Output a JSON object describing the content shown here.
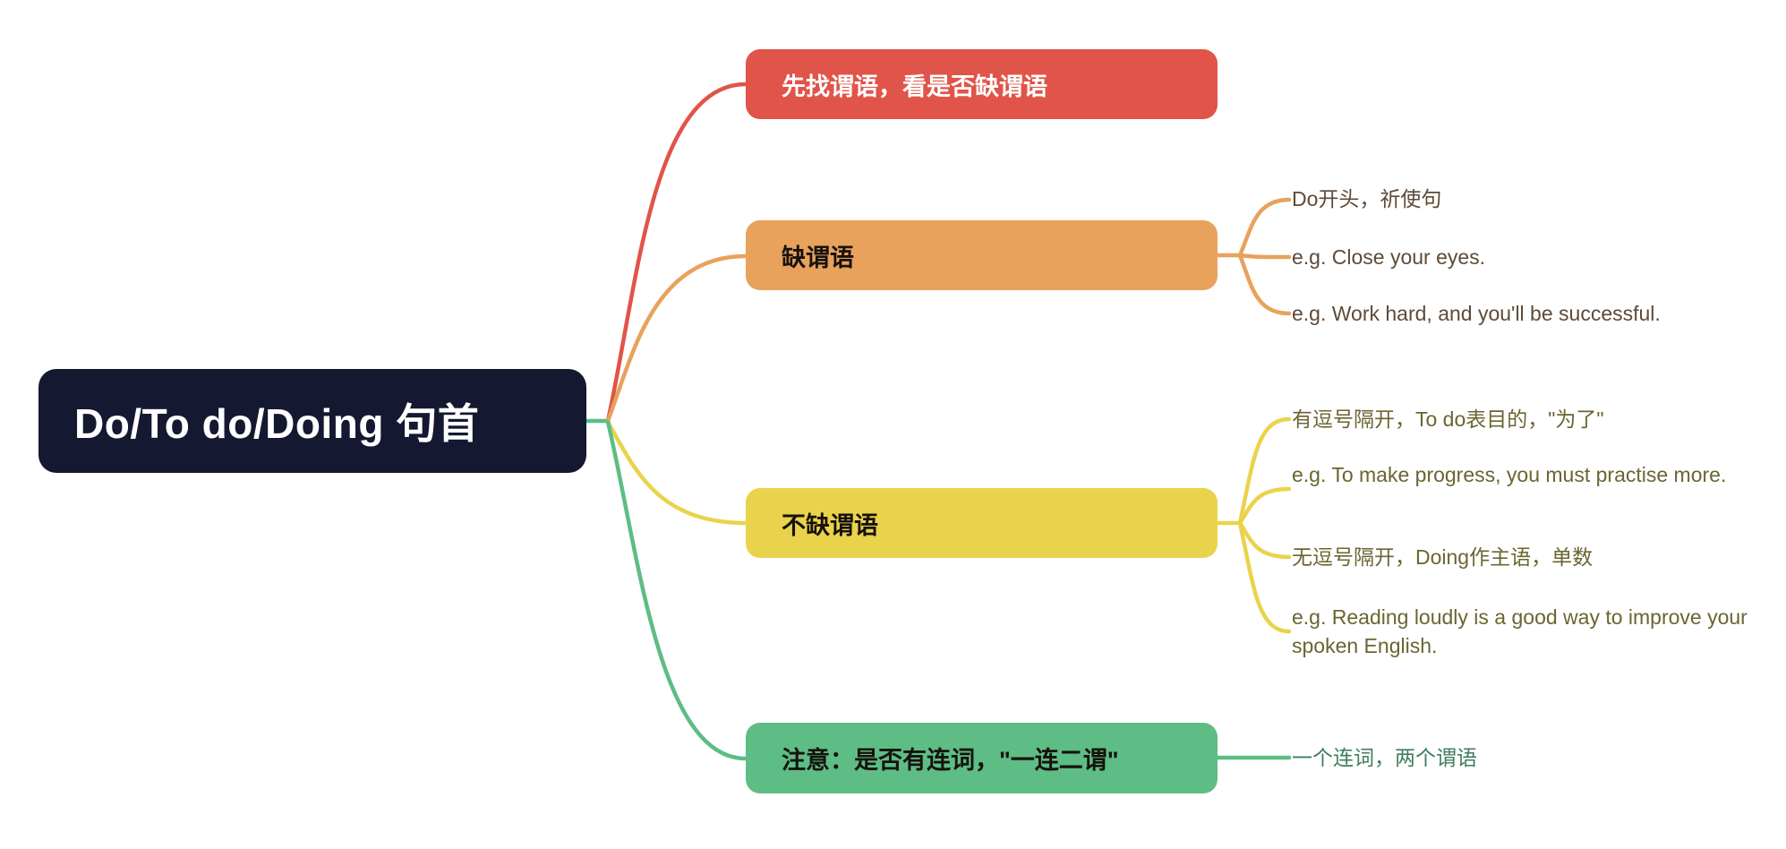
{
  "root": {
    "label": "Do/To do/Doing 句首",
    "bg": "#141830",
    "label_color": "#ffffff"
  },
  "branches": [
    {
      "label": "先找谓语，看是否缺谓语",
      "color": "#E15449",
      "label_color": "#ffffff",
      "children": []
    },
    {
      "label": "缺谓语",
      "color": "#E8A25C",
      "label_color": "#17120d",
      "leaf_color": "#5E4A38",
      "children": [
        {
          "label": "Do开头，祈使句"
        },
        {
          "label": "e.g. Close your eyes."
        },
        {
          "label": "e.g. Work hard, and you'll be successful."
        }
      ]
    },
    {
      "label": "不缺谓语",
      "color": "#EAD34C",
      "label_color": "#17120d",
      "leaf_color": "#6B6530",
      "children": [
        {
          "label": "有逗号隔开，To do表目的，\"为了\""
        },
        {
          "label": "e.g. To make progress, you must practise more."
        },
        {
          "label": "无逗号隔开，Doing作主语，单数"
        },
        {
          "label": "e.g. Reading loudly is a good way to improve your spoken English."
        }
      ]
    },
    {
      "label": "注意：是否有连词，\"一连二谓\"",
      "color": "#5DBD85",
      "label_color": "#17120d",
      "leaf_color": "#3E7D5D",
      "children": [
        {
          "label": "一个连词，两个谓语"
        }
      ]
    }
  ]
}
